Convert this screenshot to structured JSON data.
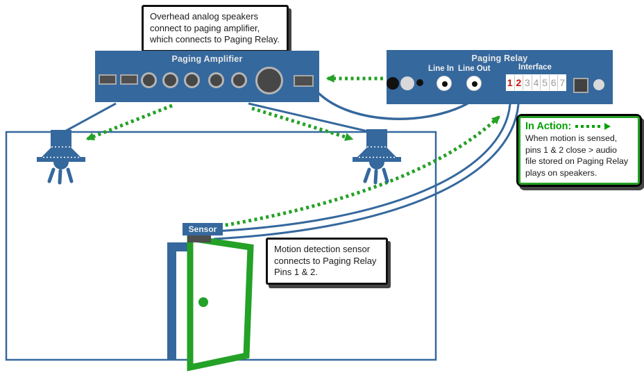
{
  "colors": {
    "device_blue": "#35689D",
    "line_blue": "#35689D",
    "green": "#24A127",
    "green_text": "#00A000",
    "pin_red": "#CC1111"
  },
  "top_callout": {
    "lines": [
      "Overhead analog speakers",
      "connect to paging amplifier,",
      "which connects to Paging Relay."
    ]
  },
  "amplifier": {
    "title": "Paging Amplifier"
  },
  "relay": {
    "title": "Paging Relay",
    "line_in_label": "Line In",
    "line_out_label": "Line Out",
    "interface_label": "Interface",
    "pins": [
      "1",
      "2",
      "3",
      "4",
      "5",
      "6",
      "7"
    ]
  },
  "sensor": {
    "label": "Sensor"
  },
  "motion_callout": {
    "lines": [
      "Motion detection sensor",
      "connects to Paging Relay",
      "Pins 1 & 2."
    ]
  },
  "in_action": {
    "title": "In Action:",
    "lines": [
      "When motion is sensed,",
      "pins 1 & 2 close > audio",
      "file stored on Paging Relay",
      "plays on speakers."
    ]
  }
}
